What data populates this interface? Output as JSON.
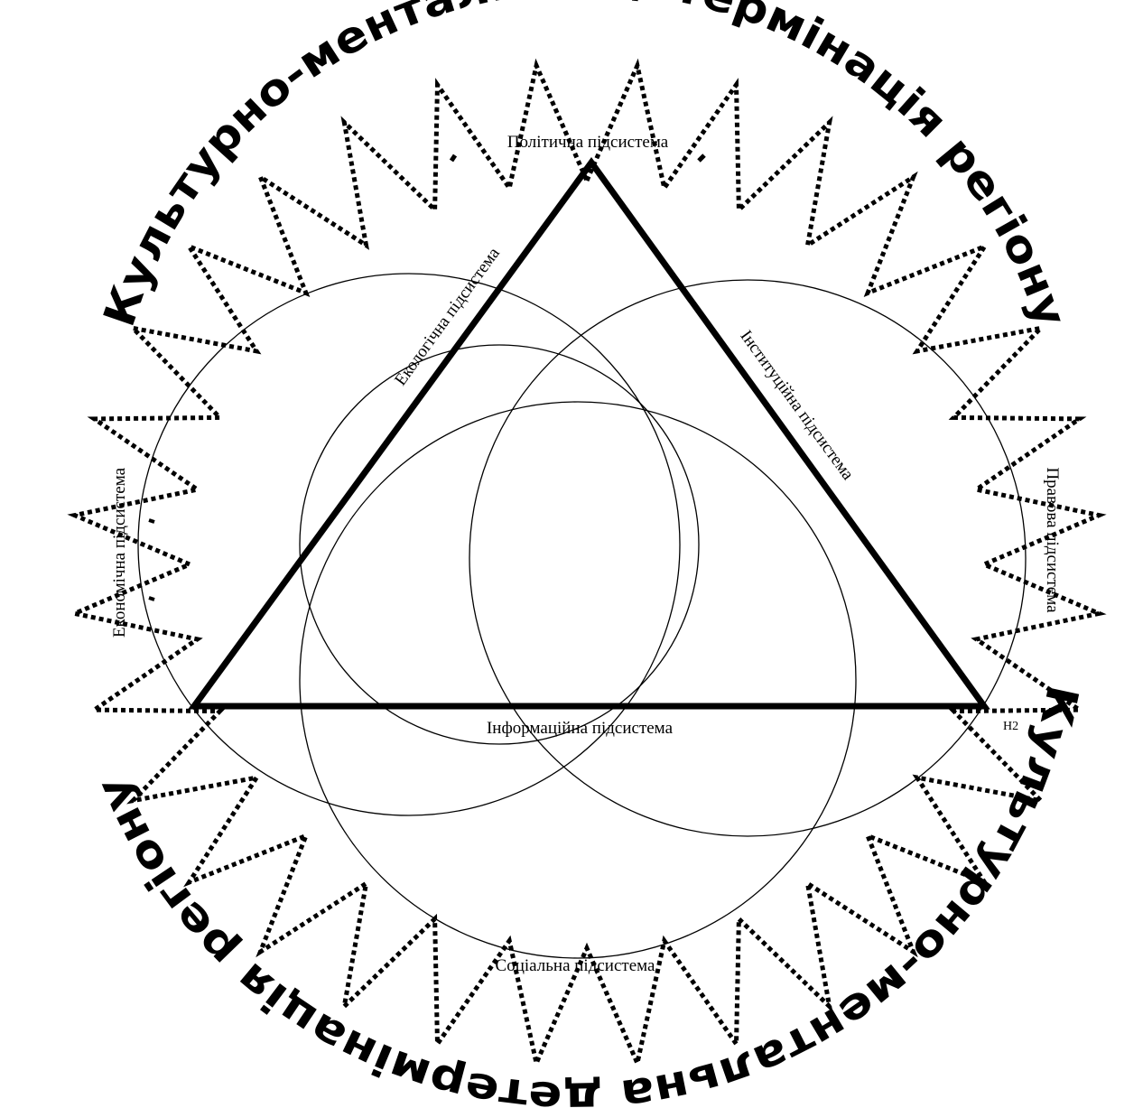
{
  "subsystems": {
    "political": "Політична підсистема",
    "ecological": "Екологічна підсистема",
    "institutional": "Інституційна підсистема",
    "economic": "Економічна підсистема",
    "legal": "Правова підсистема",
    "informational": "Інформаційна підсистема",
    "social": "Соціальна підсистема"
  },
  "corner_label": "H2",
  "arc_text": {
    "top": "Культурно-ментальна детермінація регіону",
    "bottom": "Культурно-ментальна детермінація регіону"
  },
  "colors": {
    "stroke": "#000000",
    "background": "#ffffff"
  }
}
